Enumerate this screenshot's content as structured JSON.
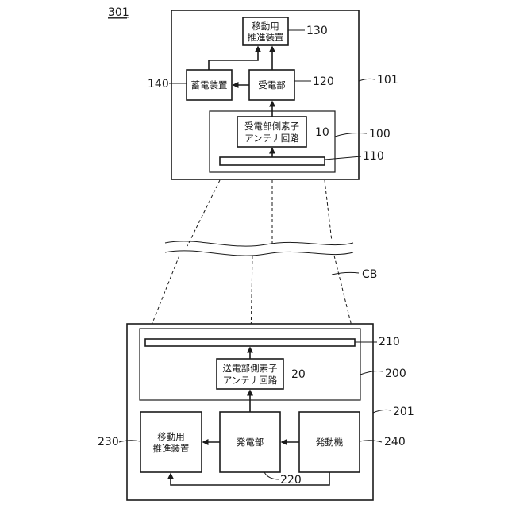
{
  "figure_label": "301",
  "upper": {
    "unit_ref": "101",
    "propulsion": {
      "line1": "移動用",
      "line2": "推進装置",
      "ref": "130"
    },
    "storage": {
      "label": "蓄電装置",
      "ref": "140"
    },
    "receiver": {
      "label": "受電部",
      "ref": "120"
    },
    "antenna_module_ref": "100",
    "element_circuit": {
      "line1": "受電部側素子",
      "line2": "アンテナ回路",
      "ref": "10"
    },
    "antenna_ref": "110"
  },
  "beam_ref": "CB",
  "lower": {
    "unit_ref": "201",
    "antenna_ref": "210",
    "antenna_module_ref": "200",
    "element_circuit": {
      "line1": "送電部側素子",
      "line2": "アンテナ回路",
      "ref": "20"
    },
    "propulsion": {
      "line1": "移動用",
      "line2": "推進装置",
      "ref": "230"
    },
    "generator": {
      "label": "発電部",
      "ref": "220"
    },
    "engine": {
      "label": "発動機",
      "ref": "240"
    }
  }
}
